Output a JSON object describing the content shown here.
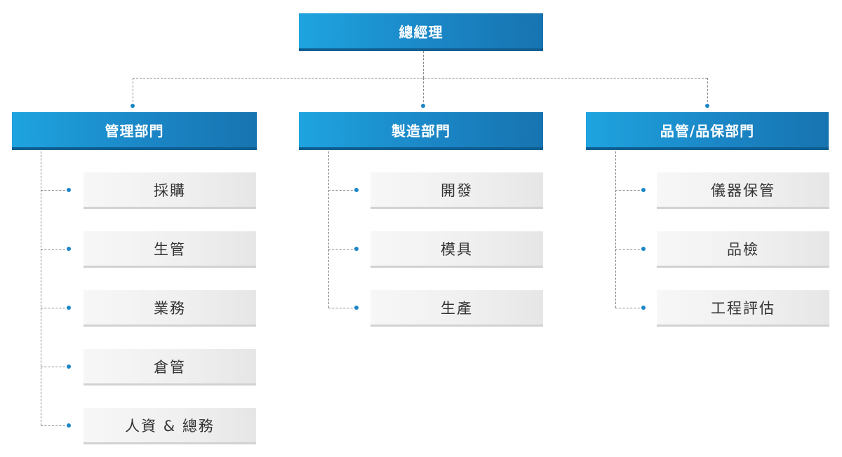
{
  "colors": {
    "accent": "#1b86c6",
    "accent_dark": "#0f5f93",
    "box_gray": "#efefef",
    "connector": "#888888"
  },
  "root": {
    "label": "總經理"
  },
  "departments": [
    {
      "label": "管理部門",
      "items": [
        "採購",
        "生管",
        "業務",
        "倉管",
        "人資 & 總務"
      ]
    },
    {
      "label": "製造部門",
      "items": [
        "開發",
        "模具",
        "生產"
      ]
    },
    {
      "label": "品管/品保部門",
      "items": [
        "儀器保管",
        "品檢",
        "工程評估"
      ]
    }
  ]
}
